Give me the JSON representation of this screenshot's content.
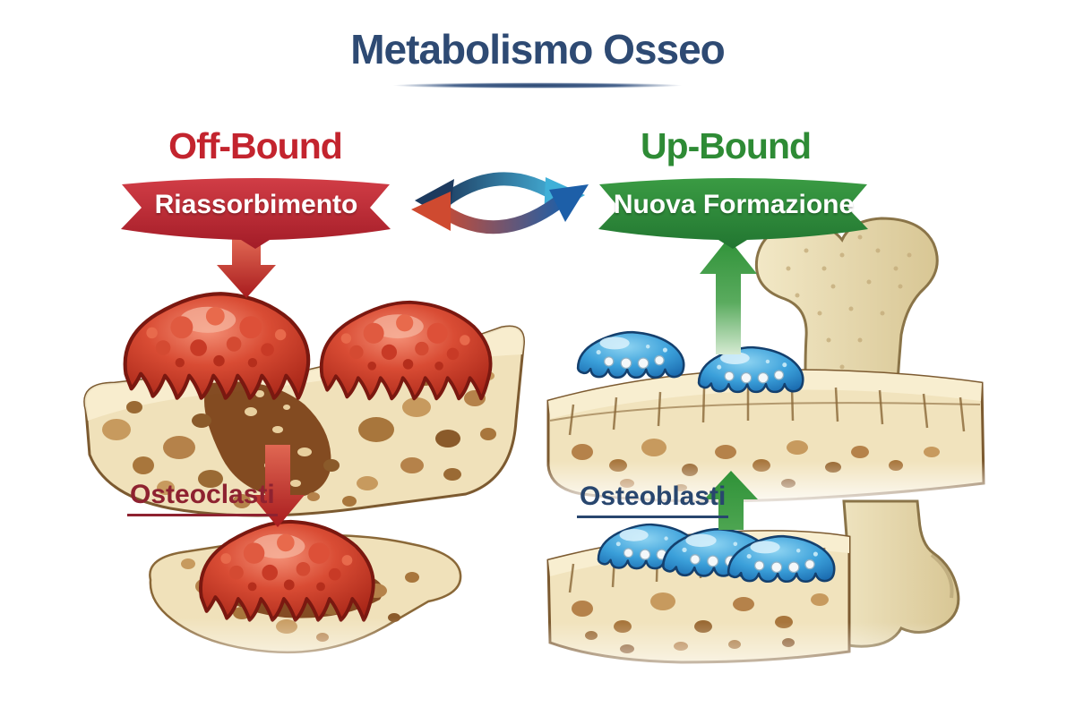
{
  "title": {
    "text": "Metabolismo Osseo"
  },
  "cycle": {
    "icon": "cycle-arrows-icon"
  },
  "left": {
    "heading": "Off-Bound",
    "banner_label": "Riassorbimento",
    "cell_label": "Osteoclasti",
    "arrow_icon": "down-arrow-icon"
  },
  "right": {
    "heading": "Up-Bound",
    "banner_label": "Nuova Formazione",
    "cell_label": "Osteoblasti",
    "arrow_icon": "up-arrow-icon"
  },
  "colors": {
    "title": "#2e4a73",
    "heading_red": "#c3242e",
    "banner_red": "#bb2531",
    "heading_green": "#2e8b35",
    "banner_green": "#2f8c38",
    "label_red": "#8e2230",
    "label_blue": "#28466e",
    "arrow_red": "#c22a24",
    "arrow_green": "#3a9a41",
    "bone": "#f0e1ba",
    "bone_hole": "#a8763c",
    "osteoclast_cell": "#d04a32",
    "osteoblast_cell": "#3ba0da",
    "background": "#ffffff"
  }
}
